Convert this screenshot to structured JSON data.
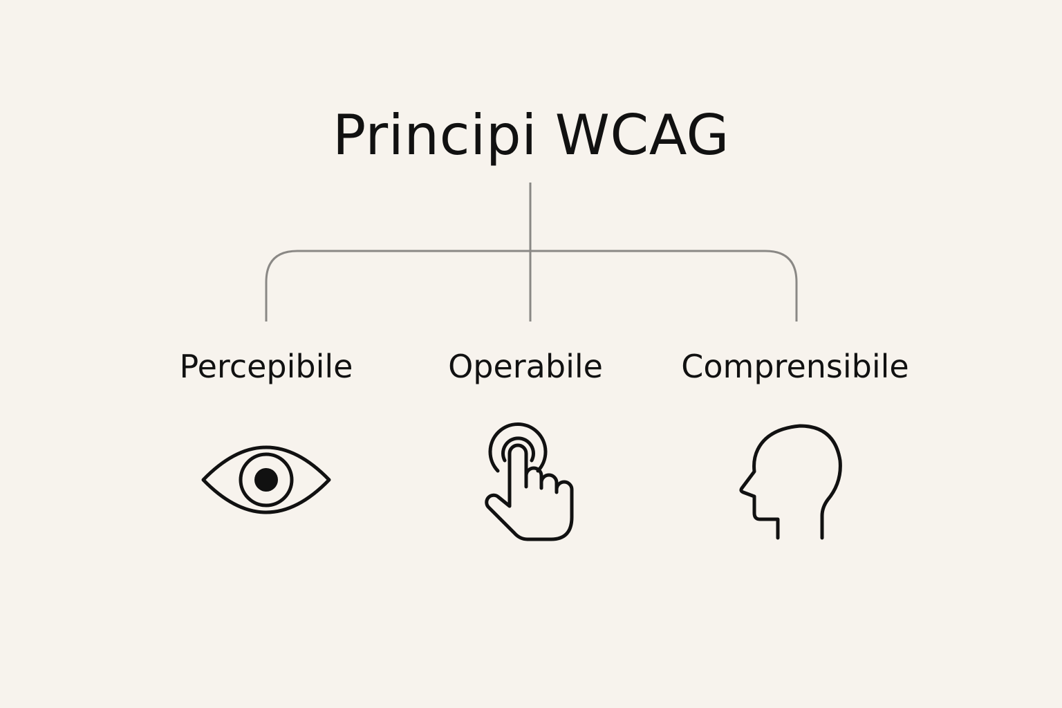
{
  "diagram": {
    "title": "Principi WCAG",
    "branches": [
      {
        "label": "Percepibile",
        "icon": "eye-icon"
      },
      {
        "label": "Operabile",
        "icon": "tap-hand-icon"
      },
      {
        "label": "Comprensibile",
        "icon": "head-profile-icon"
      }
    ]
  },
  "colors": {
    "background": "#f7f3ed",
    "text": "#111111",
    "connector": "#8a8885",
    "icon_stroke": "#111111"
  }
}
